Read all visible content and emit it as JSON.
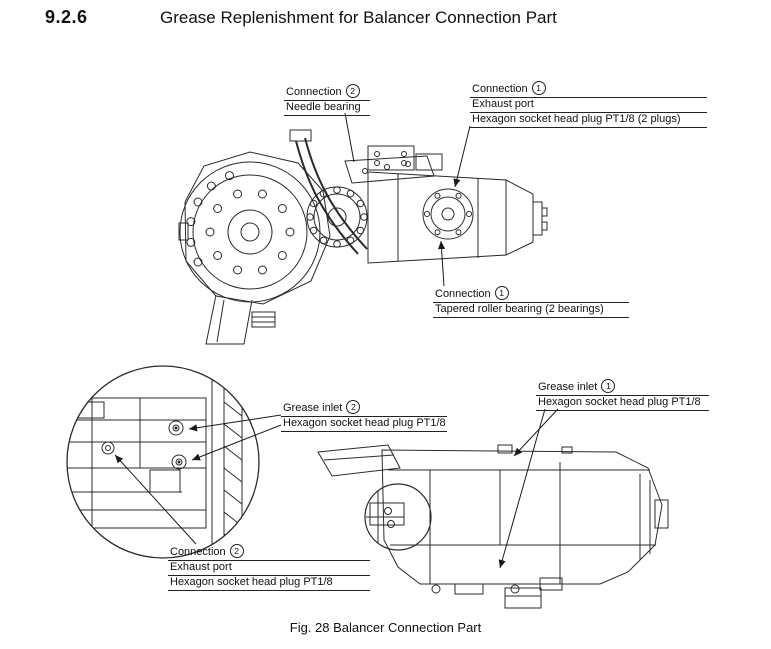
{
  "heading": {
    "number": "9.2.6",
    "title": "Grease Replenishment for Balancer Connection Part"
  },
  "figure": {
    "caption": "Fig. 28  Balancer Connection Part"
  },
  "callouts": {
    "needle_bearing": {
      "title": "Connection",
      "num": "2",
      "sub1": "Needle bearing"
    },
    "connection1_top": {
      "title": "Connection",
      "num": "1",
      "sub1": "Exhaust port",
      "sub2": "Hexagon socket head plug PT1/8 (2 plugs)"
    },
    "connection1_bearing": {
      "title": "Connection",
      "num": "1",
      "sub1": "Tapered roller bearing (2 bearings)"
    },
    "grease_inlet_2": {
      "title": "Grease inlet",
      "num": "2",
      "sub1": "Hexagon socket head plug PT1/8"
    },
    "grease_inlet_1": {
      "title": "Grease inlet",
      "num": "1",
      "sub1": "Hexagon socket head plug PT1/8"
    },
    "connection2_bottom": {
      "title": "Connection",
      "num": "2",
      "sub1": "Exhaust port",
      "sub2": "Hexagon socket head plug PT1/8"
    }
  }
}
